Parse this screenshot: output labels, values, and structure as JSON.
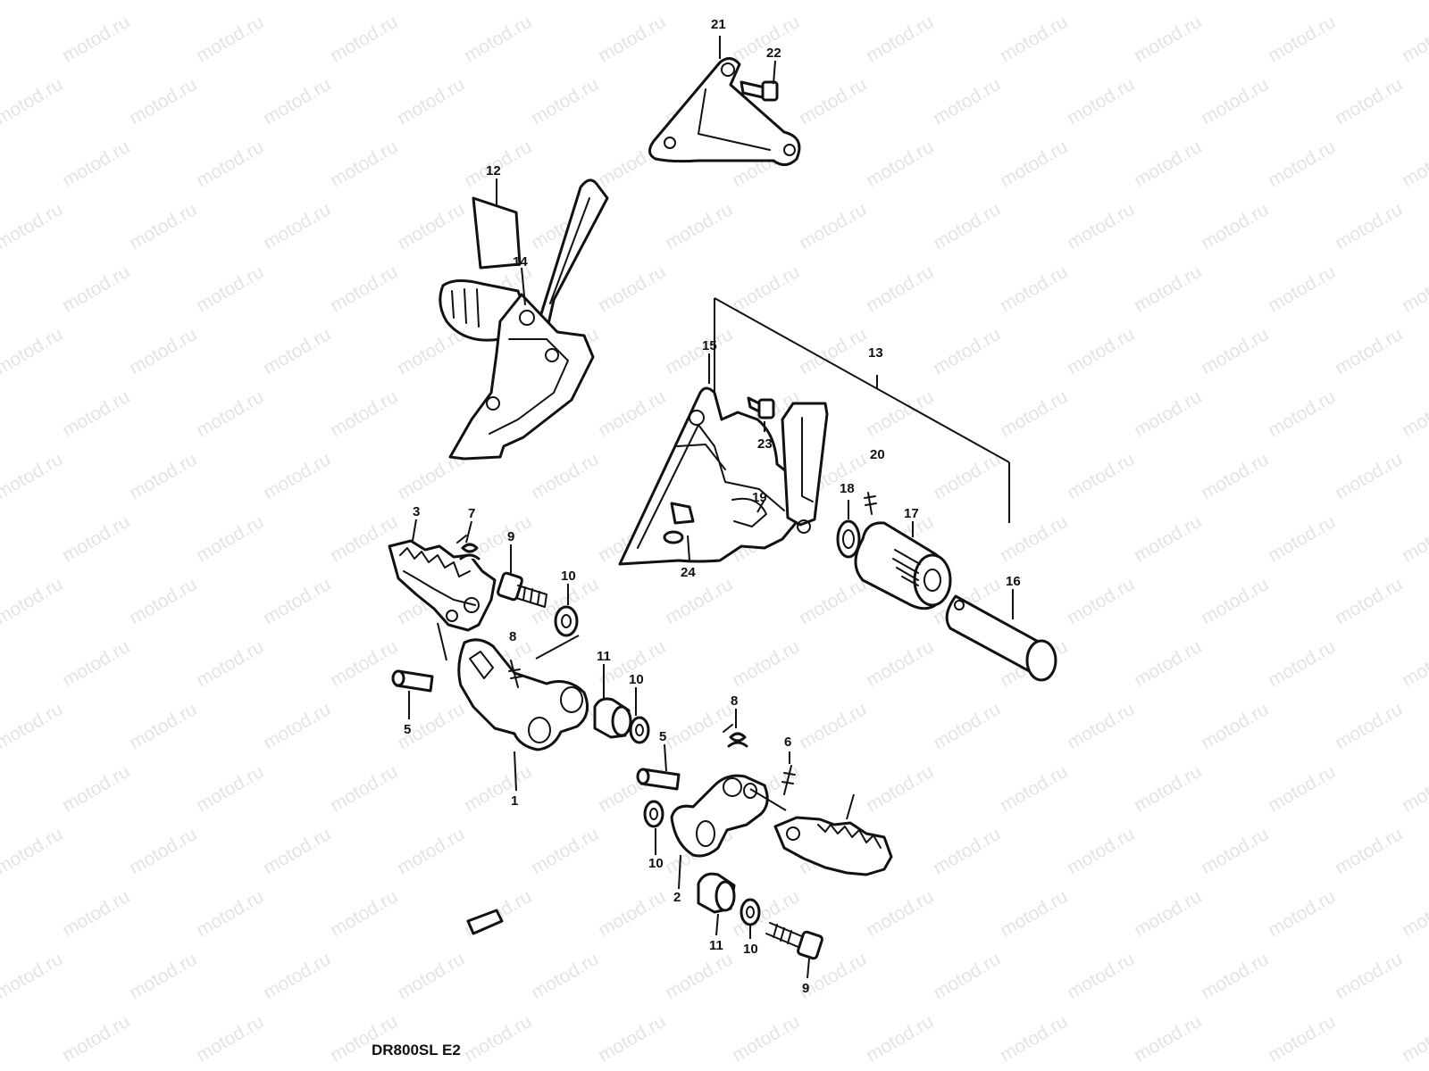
{
  "watermark": "motod.ru",
  "model_label": "DR800SL E2",
  "callouts": [
    "21",
    "22",
    "12",
    "14",
    "15",
    "13",
    "23",
    "20",
    "18",
    "17",
    "19",
    "24",
    "3",
    "7",
    "9",
    "10",
    "16",
    "8",
    "11",
    "10",
    "5",
    "1",
    "8",
    "5",
    "6",
    "10",
    "2",
    "11",
    "10",
    "9"
  ]
}
